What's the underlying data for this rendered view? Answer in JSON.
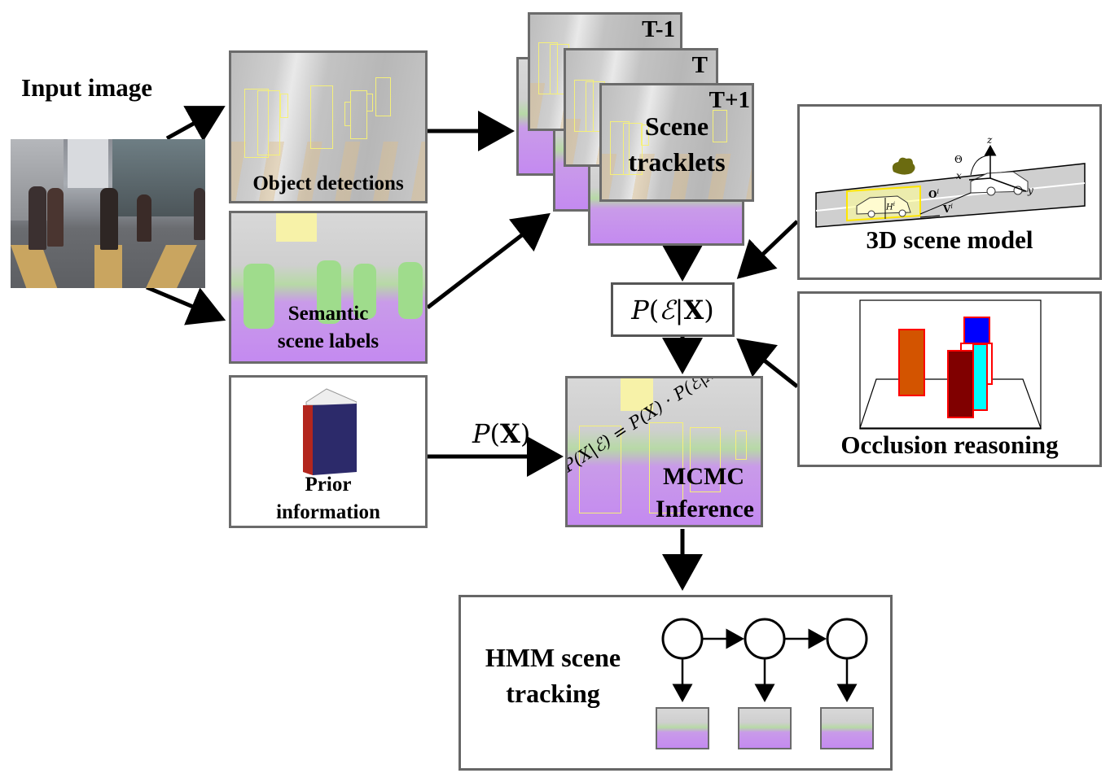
{
  "input": {
    "title": "Input image"
  },
  "object_detections": {
    "label": "Object detections"
  },
  "semantic_labels": {
    "line1": "Semantic",
    "line2": "scene labels"
  },
  "prior": {
    "line1": "Prior",
    "line2": "information",
    "icon": "book-icon"
  },
  "tracklets": {
    "frames": [
      "T-1",
      "T",
      "T+1"
    ],
    "line1": "Scene",
    "line2": "tracklets"
  },
  "likelihood_box": {
    "P": "P",
    "open": "(",
    "E": "ℰ",
    "bar": "|",
    "X": "X",
    "close": ")"
  },
  "prior_edge": {
    "P": "P",
    "open": "(",
    "X": "X",
    "close": ")"
  },
  "mcmc": {
    "line1": "MCMC",
    "line2": "Inference",
    "formula": "P(X|ℰ) = P(X) · P(ℰ|X)"
  },
  "scene_model": {
    "label": "3D scene model",
    "axis_z": "z",
    "axis_x": "x",
    "axis_y": "y",
    "theta": "Θ",
    "O": "O",
    "O_sup": "i",
    "V": "V",
    "V_sup": "i",
    "H": "H",
    "H_sup": "i"
  },
  "occlusion": {
    "label": "Occlusion reasoning",
    "colors": {
      "orange": "#d35400",
      "darkred": "#800000",
      "cyan": "#00ffff",
      "blue": "#0000ff",
      "outline": "#ff0000"
    }
  },
  "hmm": {
    "line1": "HMM scene",
    "line2": "tracking",
    "states": 3
  }
}
